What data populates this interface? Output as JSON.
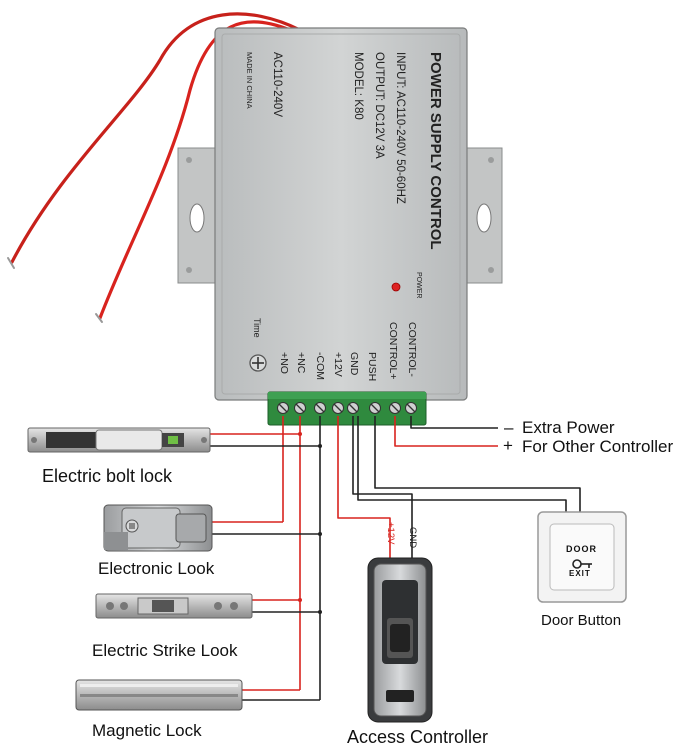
{
  "psu": {
    "title": "POWER SUPPLY CONTROL",
    "input": "INPUT: AC110-240V  50-60HZ",
    "output": "OUTPUT: DC12V  3A",
    "model": "MODEL: K80",
    "ac_range": "AC110-240V",
    "made_in": "MADE IN CHINA",
    "power_led_label": "POWER",
    "time_label": "Time",
    "terminals": [
      "+NO",
      "+NC",
      "-COM",
      "+12V",
      "GND",
      "PUSH",
      "CONTROL+",
      "CONTROL-"
    ]
  },
  "extra_power": {
    "line1": "Extra Power",
    "line2": "For Other Controller",
    "minus_sign": "–",
    "plus_sign": "+"
  },
  "devices": {
    "bolt_lock": "Electric bolt lock",
    "electronic_lock": "Electronic Look",
    "strike_lock": "Electric Strike Look",
    "magnetic_lock": "Magnetic Lock",
    "access_controller": "Access Controller",
    "door_button": "Door Button"
  },
  "door_button_face": {
    "line1": "DOOR",
    "line2": "EXIT"
  },
  "wire_labels": {
    "plus12v": "+12V",
    "gnd": "GND"
  },
  "colors": {
    "red_wire": "#d8231e",
    "black_wire": "#222222",
    "terminal_green": "#2f8a3e"
  }
}
